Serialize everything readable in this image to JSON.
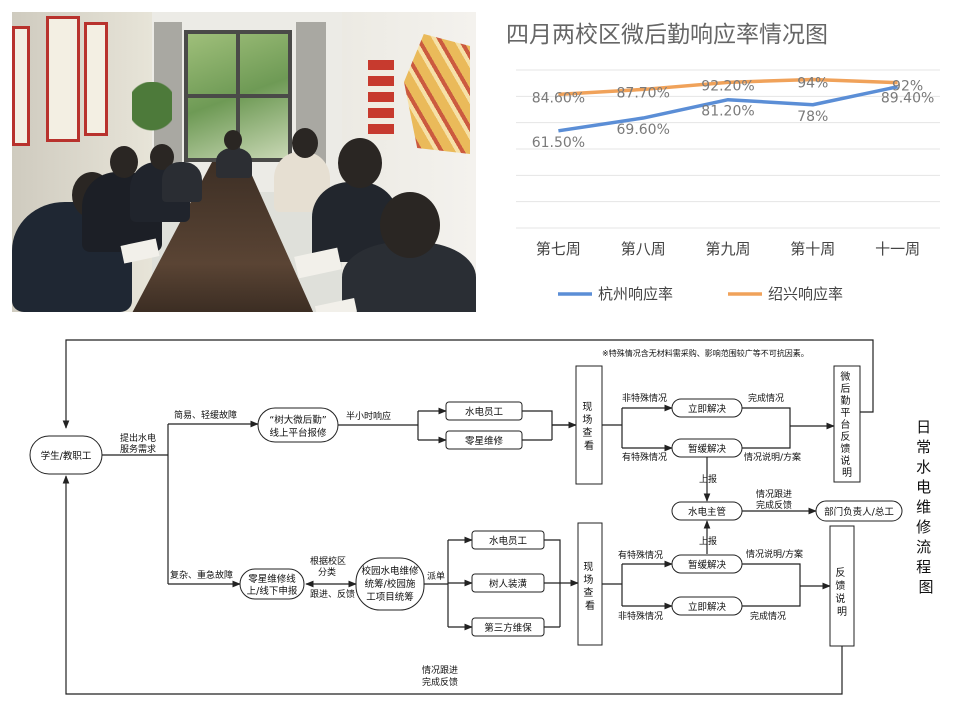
{
  "photo": {
    "description_icon": "photo-meeting-icon"
  },
  "chart_data": {
    "type": "line",
    "title": "四月两校区微后勤响应率情况图",
    "categories": [
      "第七周",
      "第八周",
      "第九周",
      "第十周",
      "十一周"
    ],
    "ylim": [
      0,
      100
    ],
    "grid": true,
    "legend_position": "bottom",
    "series": [
      {
        "name": "杭州响应率",
        "values": [
          61.5,
          69.6,
          81.2,
          78,
          89.4
        ],
        "labels": [
          "61.50%",
          "69.60%",
          "81.20%",
          "78%",
          "89.40%"
        ],
        "color": "#5b8ed6"
      },
      {
        "name": "绍兴响应率",
        "values": [
          84.6,
          87.7,
          92.2,
          94,
          92
        ],
        "labels": [
          "84.60%",
          "87.70%",
          "92.20%",
          "94%",
          "92%"
        ],
        "color": "#f0a25a"
      }
    ]
  },
  "flow": {
    "title": "日常水电维修流程图",
    "note": "※特殊情况含无材料需采购、影响范围较广等不可抗因素。",
    "nodes": {
      "user": "学生/教职工",
      "platform_line1": "“树大微后勤”",
      "platform_line2": "线上平台报修",
      "elec1": "水电员工",
      "odd1": "零星维修",
      "site1": "现场查看",
      "imm1": "立即解决",
      "delay1": "暂缓解决",
      "platform_feedback": "微后勤平台反馈说明",
      "supervisor": "水电主管",
      "leader": "部门负责人/总工",
      "offline_line1": "零星维修线",
      "offline_line2": "上/线下申报",
      "plan_line1": "校园水电维修",
      "plan_line2": "统筹/校园施",
      "plan_line3": "工项目统筹",
      "elec2": "水电员工",
      "shuren": "树人装潢",
      "third": "第三方维保",
      "site2": "现场查看",
      "delay2": "暂缓解决",
      "imm2": "立即解决",
      "feedback2": "反馈说明"
    },
    "labels": {
      "need1": "提出水电",
      "need2": "服务需求",
      "simple": "简易、轻缓故障",
      "half_hour": "半小时响应",
      "complex": "复杂、重急故障",
      "classify1": "根据校区",
      "classify2": "分类",
      "follow1": "跟进、反馈",
      "dispatch": "派单",
      "nonspecial1": "非特殊情况",
      "special1": "有特殊情况",
      "done1": "完成情况",
      "explain1": "情况说明/方案",
      "report1": "上报",
      "report2": "上报",
      "track1": "情况跟进",
      "track2": "完成反馈",
      "special2": "有特殊情况",
      "nonspecial2": "非特殊情况",
      "explain2": "情况说明/方案",
      "done2": "完成情况",
      "bottom1": "情况跟进",
      "bottom2": "完成反馈"
    }
  }
}
